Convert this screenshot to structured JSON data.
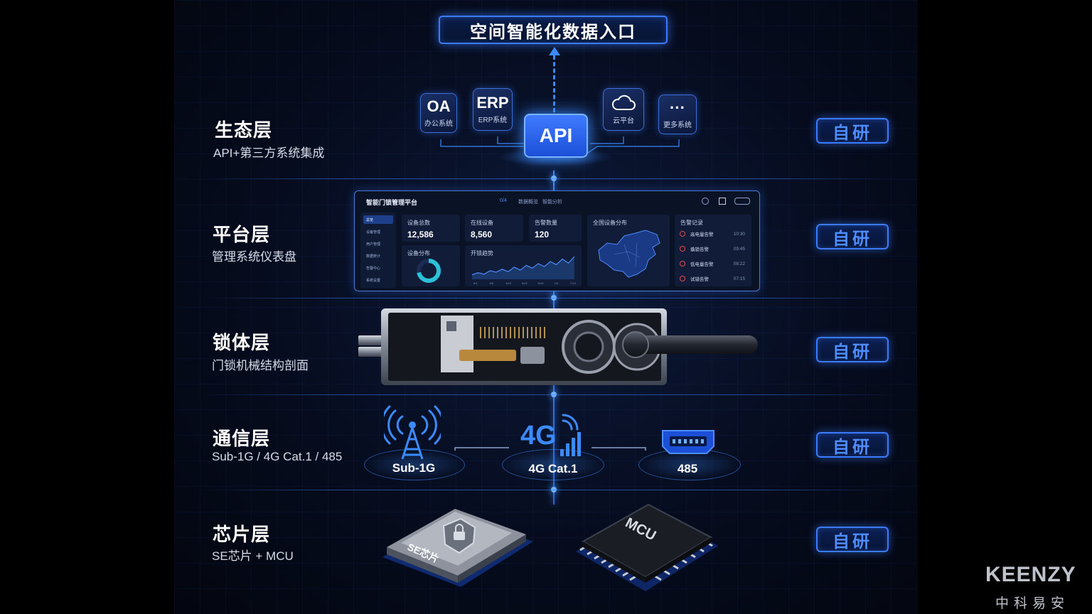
{
  "top_title": "空间智能化数据入口",
  "badge_label": "自研",
  "layers": [
    {
      "title": "生态层",
      "subtitle": "API+第三方系统集成"
    },
    {
      "title": "平台层",
      "subtitle": "管理系统仪表盘"
    },
    {
      "title": "锁体层",
      "subtitle": "门锁机械结构剖面"
    },
    {
      "title": "通信层",
      "subtitle": "Sub-1G / 4G Cat.1 / 485"
    },
    {
      "title": "芯片层",
      "subtitle": "SE芯片 + MCU"
    }
  ],
  "ecosystem": {
    "api": "API",
    "systems": [
      {
        "big": "OA",
        "small": "办公系统"
      },
      {
        "big": "ERP",
        "small": "ERP系统"
      },
      {
        "big": "",
        "small": "云平台",
        "icon": "cloud-icon"
      },
      {
        "big": "···",
        "small": "更多系统"
      }
    ]
  },
  "dashboard": {
    "title": "智能门锁管理平台",
    "tabs": [
      "0/4",
      "数据概览",
      "智能分析"
    ],
    "sidebar": [
      "总览",
      "设备管理",
      "用户管理",
      "数据统计",
      "告警中心",
      "系统设置"
    ],
    "stats": [
      {
        "label": "设备总数",
        "value": "12,586"
      },
      {
        "label": "在线设备",
        "value": "8,560"
      },
      {
        "label": "告警数量",
        "value": "120"
      }
    ],
    "panels": {
      "distribution": "设备分布",
      "trend": "开锁趋势",
      "map": "全国设备分布",
      "alarms": "告警记录"
    },
    "alarms": [
      {
        "text": "高电量告警",
        "time": "10:30"
      },
      {
        "text": "撬锁告警",
        "time": "09:45"
      },
      {
        "text": "低电量告警",
        "time": "08:22"
      },
      {
        "text": "试错告警",
        "time": "07:15"
      }
    ],
    "trend_values": [
      18,
      26,
      20,
      34,
      28,
      40,
      30,
      48,
      36,
      55,
      44,
      62,
      50,
      70,
      58,
      80,
      64,
      90
    ],
    "trend_x_ticks": [
      "6/1",
      "6/8",
      "6/15",
      "6/22",
      "6/29",
      "7/6",
      "7/13"
    ],
    "donut_fraction": 0.72
  },
  "comm": {
    "items": [
      "Sub-1G",
      "4G Cat.1",
      "485"
    ],
    "big_4g": "4G"
  },
  "chips": {
    "se": "SE芯片",
    "mcu": "MCU"
  },
  "brand": {
    "name": "KEENZY",
    "cn": "中科易安"
  },
  "colors": {
    "accent": "#3b7bff",
    "background": "#060c1e"
  }
}
